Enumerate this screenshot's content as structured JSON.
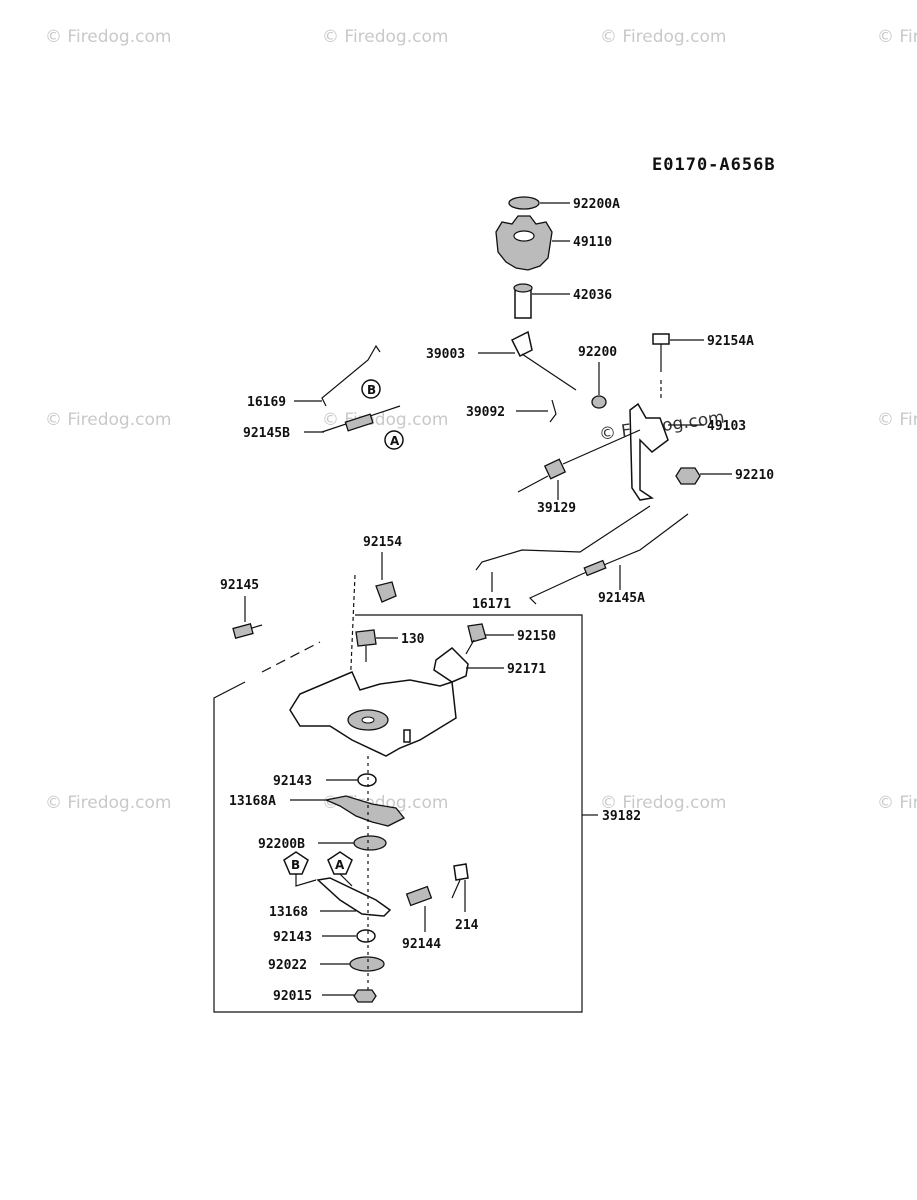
{
  "diagram_code": "E0170-A656B",
  "watermark": "© Firedog.com",
  "callouts": {
    "a": "A",
    "b": "B"
  },
  "parts": {
    "p92200A": "92200A",
    "p49110": "49110",
    "p42036": "42036",
    "p39003": "39003",
    "p92200": "92200",
    "p92154A": "92154A",
    "p16169": "16169",
    "p39092": "39092",
    "p49103": "49103",
    "p92145B": "92145B",
    "p92210": "92210",
    "p39129": "39129",
    "p92154": "92154",
    "p16171": "16171",
    "p92145A": "92145A",
    "p92145": "92145",
    "p130": "130",
    "p92150": "92150",
    "p92171": "92171",
    "p92143a": "92143",
    "p13168A": "13168A",
    "p39182": "39182",
    "p92200B": "92200B",
    "p13168": "13168",
    "p214": "214",
    "p92143b": "92143",
    "p92144": "92144",
    "p92022": "92022",
    "p92015": "92015"
  }
}
